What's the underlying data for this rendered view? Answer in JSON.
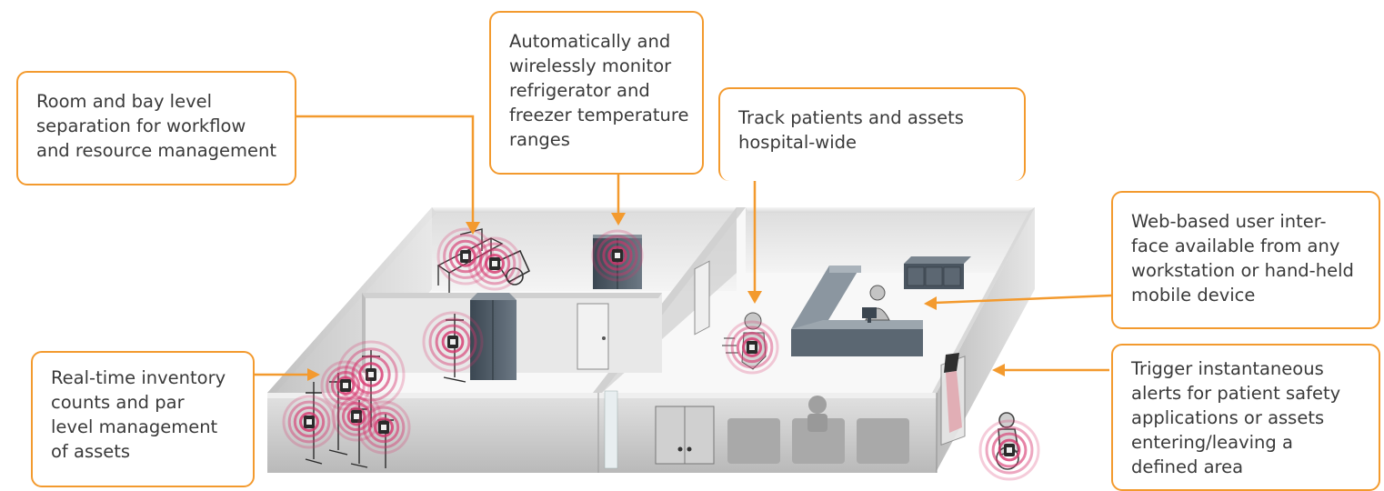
{
  "callouts": {
    "room_bay": {
      "lines": [
        "Room and bay level",
        "separation for workflow",
        "and resource management"
      ]
    },
    "fridge": {
      "lines": [
        "Automatically and",
        "wirelessly monitor",
        "refrigerator and",
        "freezer temperature",
        "ranges"
      ]
    },
    "track": {
      "lines": [
        "Track patients and assets",
        "hospital-wide"
      ]
    },
    "web_ui": {
      "lines": [
        "Web-based user inter-",
        "face available from any",
        "workstation or hand-held",
        "mobile device"
      ]
    },
    "inventory": {
      "lines": [
        "Real-time inventory",
        "counts and par",
        "level management",
        "of assets"
      ]
    },
    "alerts": {
      "lines": [
        "Trigger instantaneous",
        "alerts for patient safety",
        "applications or assets",
        "entering/leaving a",
        "defined area"
      ]
    }
  },
  "colors": {
    "callout_border": "#f39a2e",
    "signal": "#d6336c",
    "wall": "#c9c9c9",
    "floor": "#f7f7f7"
  },
  "icons": [
    "signal-ring-icon",
    "iv-pole-icon",
    "bed-icon",
    "wheelchair-icon",
    "refrigerator-icon",
    "person-icon",
    "door-icon",
    "monitor-icon",
    "sensor-icon"
  ]
}
